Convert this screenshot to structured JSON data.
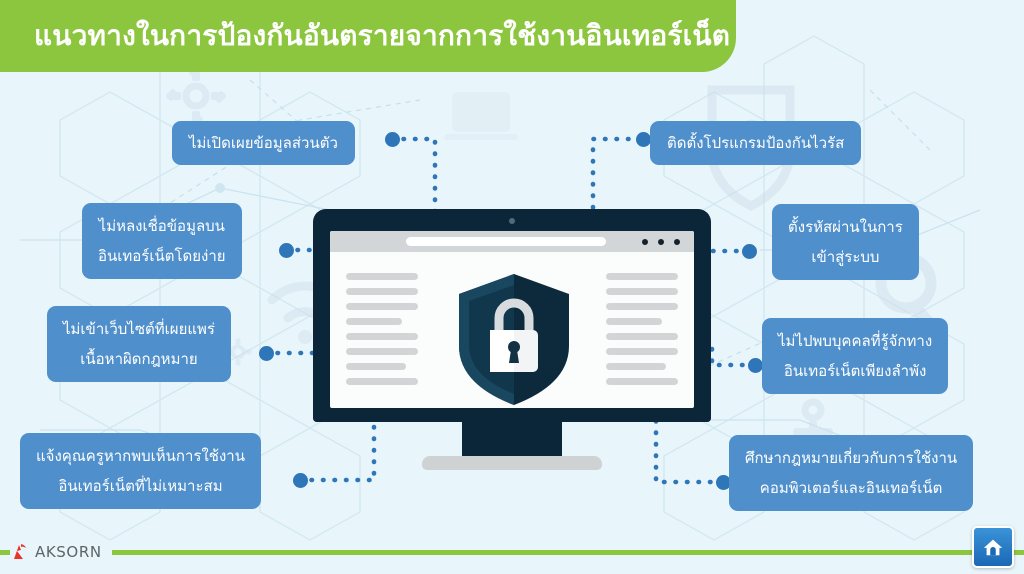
{
  "header": {
    "title": "แนวทางในการป้องกันอันตรายจากการใช้งานอินเทอร์เน็ต",
    "band_color": "#8cc63f"
  },
  "theme": {
    "background": "#e8f6fb",
    "label_blue": "#4f8fcb",
    "connector_blue": "#2f76b8",
    "monitor_navy": "#0b2638",
    "accent_green": "#8cc63f",
    "logo_red": "#e8352a"
  },
  "labels": [
    {
      "id": "no-personal-info",
      "lines": [
        "ไม่เปิดเผยข้อมูลส่วนตัว"
      ]
    },
    {
      "id": "install-antivirus",
      "lines": [
        "ติดตั้งโปรแกรมป้องกันไวรัส"
      ]
    },
    {
      "id": "dont-trust-info",
      "lines": [
        "ไม่หลงเชื่อข้อมูลบน",
        "อินเทอร์เน็ตโดยง่าย"
      ]
    },
    {
      "id": "set-password",
      "lines": [
        "ตั้งรหัสผ่านในการ",
        "เข้าสู่ระบบ"
      ]
    },
    {
      "id": "avoid-illegal-sites",
      "lines": [
        "ไม่เข้าเว็บไซต์ที่เผยแพร่",
        "เนื้อหาผิดกฎหมาย"
      ]
    },
    {
      "id": "dont-meet-strangers",
      "lines": [
        "ไม่ไปพบบุคคลที่รู้จักทาง",
        "อินเทอร์เน็ตเพียงลำพัง"
      ]
    },
    {
      "id": "tell-teacher",
      "lines": [
        "แจ้งคุณครูหากพบเห็นการใช้งาน",
        "อินเทอร์เน็ตที่ไม่เหมาะสม"
      ]
    },
    {
      "id": "study-laws",
      "lines": [
        "ศึกษากฎหมายเกี่ยวกับการใช้งาน",
        "คอมพิวเตอร์และอินเทอร์เน็ต"
      ]
    }
  ],
  "center_illustration": {
    "name": "computer-monitor-with-shield-lock",
    "screen_text_lines": 9
  },
  "footer": {
    "brand": "AKSORN",
    "home_button_label": "home"
  }
}
